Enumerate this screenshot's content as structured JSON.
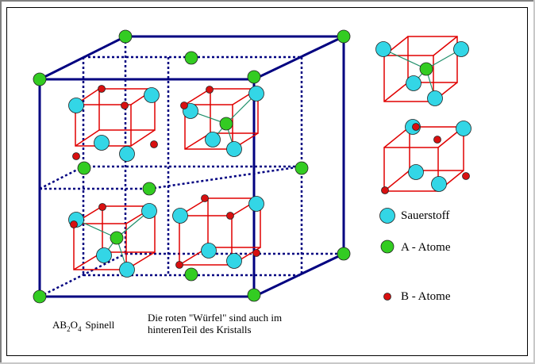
{
  "formula": {
    "base1": "AB",
    "sub1": "2",
    "base2": "O",
    "sub2": "4",
    "name": "Spinell"
  },
  "caption": {
    "line1": "Die roten \"Würfel\" sind auch im",
    "line2": "hinterenTeil des Kristalls"
  },
  "legend": [
    {
      "label": "Sauerstoff",
      "color": "#33d6e6"
    },
    {
      "label": "A - Atome",
      "color": "#33cc22"
    },
    {
      "label": "B - Atome",
      "color": "#d81010"
    }
  ],
  "colors": {
    "frame": "#000080",
    "cube": "#e00000",
    "bond": "#1f8f6a"
  }
}
